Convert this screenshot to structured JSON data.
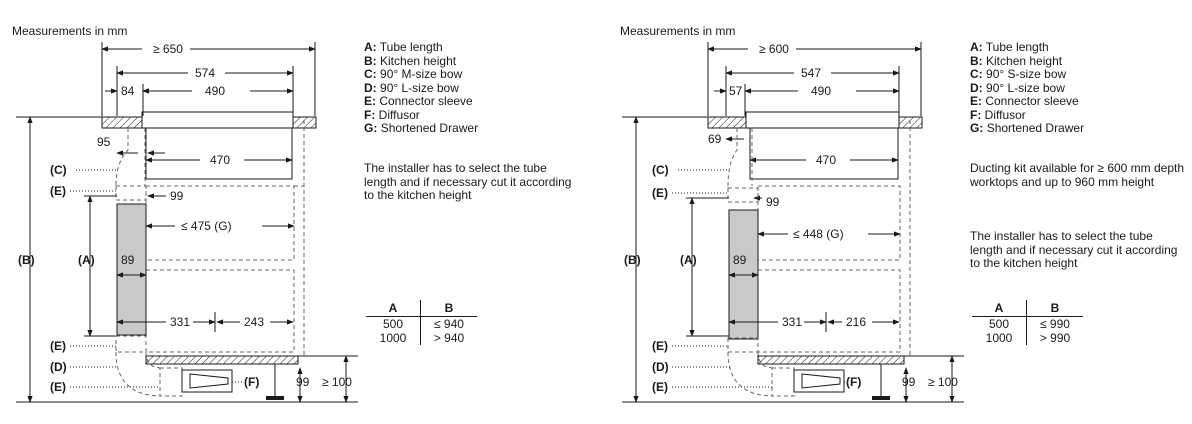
{
  "panels": [
    {
      "header": "Measurements in mm",
      "dims": {
        "total": "≥ 650",
        "width": "574",
        "left": "84",
        "right": "490",
        "offset": "95",
        "box": "470",
        "gap": "99",
        "drawer": "≤ 475 (G)",
        "tube": "89",
        "bottom_left": "331",
        "bottom_right": "243",
        "leg": "99",
        "floor": "≥ 100",
        "extra": ""
      },
      "labels": {
        "c": "(C)",
        "e1": "(E)",
        "b": "(B)",
        "a": "(A)",
        "e2": "(E)",
        "d": "(D)",
        "e3": "(E)",
        "f": "(F)"
      },
      "legend": [
        {
          "key": "A:",
          "text": "Tube length"
        },
        {
          "key": "B:",
          "text": "Kitchen height"
        },
        {
          "key": "C:",
          "text": "90° M-size bow"
        },
        {
          "key": "D:",
          "text": "90° L-size bow"
        },
        {
          "key": "E:",
          "text": "Connector sleeve"
        },
        {
          "key": "F:",
          "text": "Diffusor"
        },
        {
          "key": "G:",
          "text": "Shortened Drawer"
        }
      ],
      "notes": [
        "The installer has to select the tube length and if necessary cut it according to the kitchen height"
      ],
      "table": {
        "headers": [
          "A",
          "B"
        ],
        "rows": [
          [
            "500",
            "≤ 940"
          ],
          [
            "1000",
            "> 940"
          ]
        ]
      }
    },
    {
      "header": "Measurements in mm",
      "dims": {
        "total": "≥ 600",
        "width": "547",
        "left": "57",
        "right": "490",
        "offset": "69",
        "box": "470",
        "gap": "99",
        "drawer": "≤ 448 (G)",
        "tube": "89",
        "bottom_left": "331",
        "bottom_right": "216",
        "leg": "99",
        "floor": "≥ 100"
      },
      "labels": {
        "c": "(C)",
        "e1": "(E)",
        "b": "(B)",
        "a": "(A)",
        "e2": "(E)",
        "d": "(D)",
        "e3": "(E)",
        "f": "(F)"
      },
      "legend": [
        {
          "key": "A:",
          "text": "Tube length"
        },
        {
          "key": "B:",
          "text": "Kitchen height"
        },
        {
          "key": "C:",
          "text": "90° S-size bow"
        },
        {
          "key": "D:",
          "text": "90° L-size bow"
        },
        {
          "key": "E:",
          "text": "Connector sleeve"
        },
        {
          "key": "F:",
          "text": "Diffusor"
        },
        {
          "key": "G:",
          "text": "Shortened Drawer"
        }
      ],
      "notes": [
        "Ducting kit available for ≥ 600 mm depth worktops and up to 960 mm height",
        "The installer has to select the tube length and if necessary cut it according to the kitchen height"
      ],
      "table": {
        "headers": [
          "A",
          "B"
        ],
        "rows": [
          [
            "500",
            "≤ 990"
          ],
          [
            "1000",
            "> 990"
          ]
        ]
      }
    }
  ]
}
